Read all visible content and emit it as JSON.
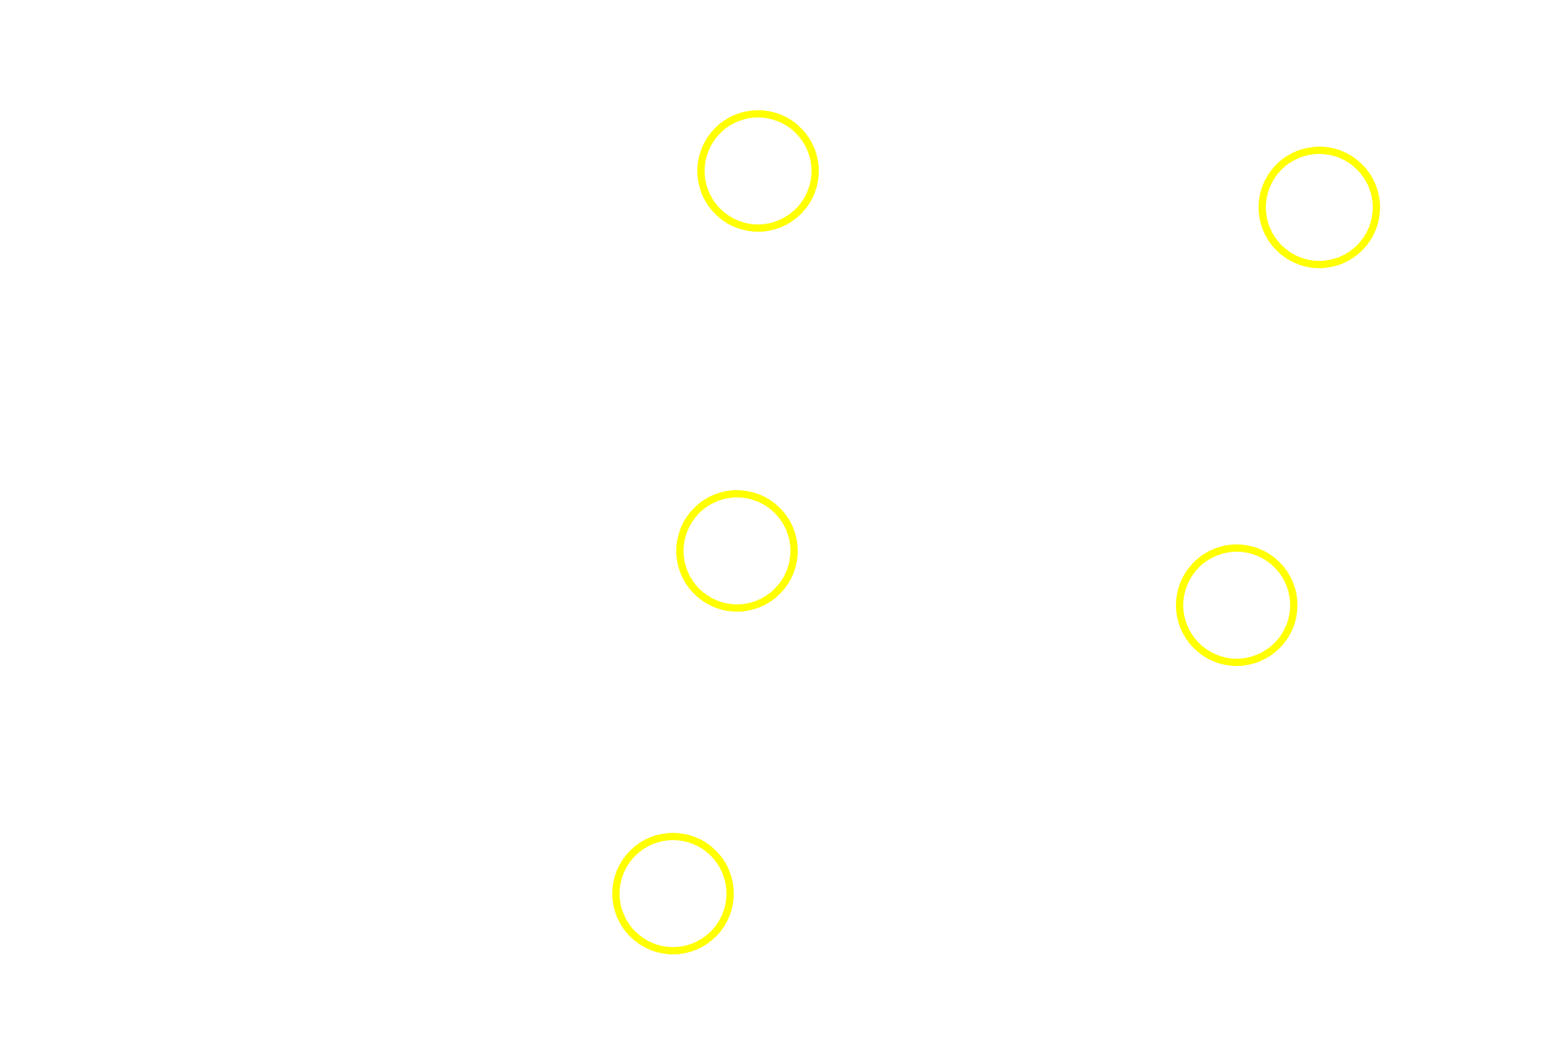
{
  "background_color": "#ffffff",
  "marker_color": "#ffff00",
  "markers": [
    {
      "id": "ring-1"
    },
    {
      "id": "ring-2"
    },
    {
      "id": "ring-3"
    },
    {
      "id": "ring-4"
    },
    {
      "id": "ring-5"
    }
  ]
}
